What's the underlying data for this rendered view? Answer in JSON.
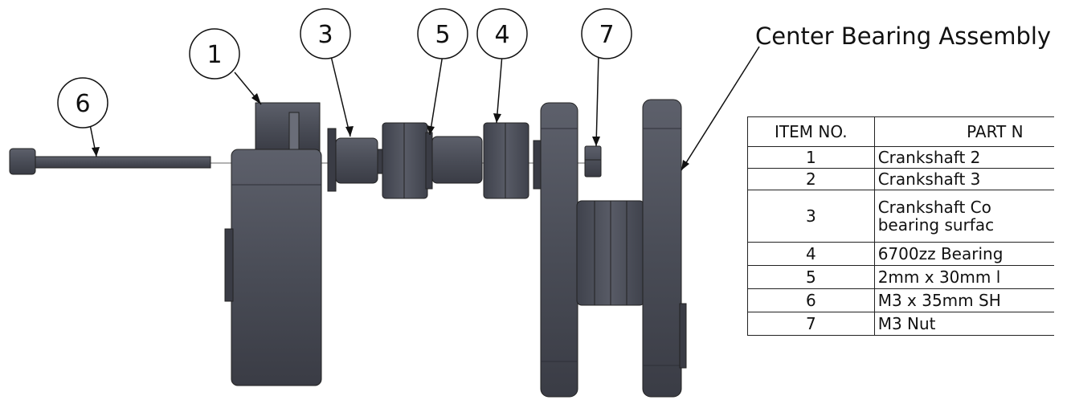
{
  "title": "Center Bearing Assembly",
  "balloons": [
    {
      "id": "balloon-6",
      "label": "6"
    },
    {
      "id": "balloon-1",
      "label": "1"
    },
    {
      "id": "balloon-3",
      "label": "3"
    },
    {
      "id": "balloon-5",
      "label": "5"
    },
    {
      "id": "balloon-4",
      "label": "4"
    },
    {
      "id": "balloon-7",
      "label": "7"
    }
  ],
  "bom": {
    "headers": {
      "item": "ITEM NO.",
      "part": "PART N"
    },
    "rows": [
      {
        "item": "1",
        "part": "Crankshaft 2"
      },
      {
        "item": "2",
        "part": "Crankshaft 3"
      },
      {
        "item": "3",
        "part_line1": "Crankshaft Co",
        "part_line2": "bearing surfac"
      },
      {
        "item": "4",
        "part": "6700zz Bearing"
      },
      {
        "item": "5",
        "part": "2mm x 30mm l"
      },
      {
        "item": "6",
        "part": "M3 x 35mm SH"
      },
      {
        "item": "7",
        "part": "M3 Nut"
      }
    ]
  },
  "colors": {
    "part_fill": "#4a4d57",
    "part_dark": "#2e3038",
    "part_light": "#6a6d78",
    "line": "#222222"
  }
}
